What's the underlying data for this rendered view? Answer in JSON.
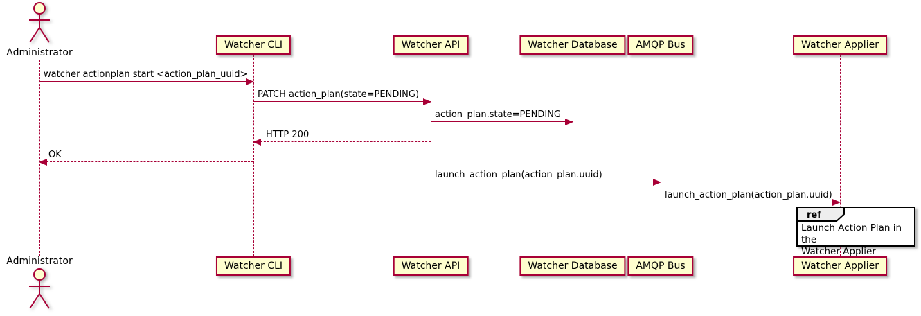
{
  "diagram_type": "uml-sequence-diagram",
  "actor": {
    "label": "Administrator"
  },
  "participants": [
    {
      "id": "watcher-cli",
      "label": "Watcher CLI"
    },
    {
      "id": "watcher-api",
      "label": "Watcher API"
    },
    {
      "id": "watcher-database",
      "label": "Watcher Database"
    },
    {
      "id": "amqp-bus",
      "label": "AMQP Bus"
    },
    {
      "id": "watcher-applier",
      "label": "Watcher Applier"
    }
  ],
  "messages": [
    {
      "label": "watcher actionplan start <action_plan_uuid>",
      "from": "Administrator",
      "to": "Watcher CLI",
      "style": "solid",
      "direction": "right"
    },
    {
      "label": "PATCH action_plan(state=PENDING)",
      "from": "Watcher CLI",
      "to": "Watcher API",
      "style": "solid",
      "direction": "right"
    },
    {
      "label": "action_plan.state=PENDING",
      "from": "Watcher API",
      "to": "Watcher Database",
      "style": "solid",
      "direction": "right"
    },
    {
      "label": "HTTP 200",
      "from": "Watcher API",
      "to": "Watcher CLI",
      "style": "dashed",
      "direction": "left"
    },
    {
      "label": "OK",
      "from": "Watcher CLI",
      "to": "Administrator",
      "style": "dashed",
      "direction": "left"
    },
    {
      "label": "launch_action_plan(action_plan.uuid)",
      "from": "Watcher API",
      "to": "AMQP Bus",
      "style": "solid",
      "direction": "right"
    },
    {
      "label": "launch_action_plan(action_plan.uuid)",
      "from": "AMQP Bus",
      "to": "Watcher Applier",
      "style": "solid",
      "direction": "right"
    }
  ],
  "ref": {
    "keyword": "ref",
    "text_lines": [
      "Launch Action Plan in the",
      "Watcher Applier"
    ]
  },
  "colors": {
    "participant_fill": "#FEFECE",
    "border": "#A80036",
    "arrow": "#A80036",
    "lifeline": "#A80036",
    "text": "#000000",
    "ref_border": "#000000",
    "ref_tab_fill": "#EEEEEE",
    "background": "#FFFFFF"
  }
}
